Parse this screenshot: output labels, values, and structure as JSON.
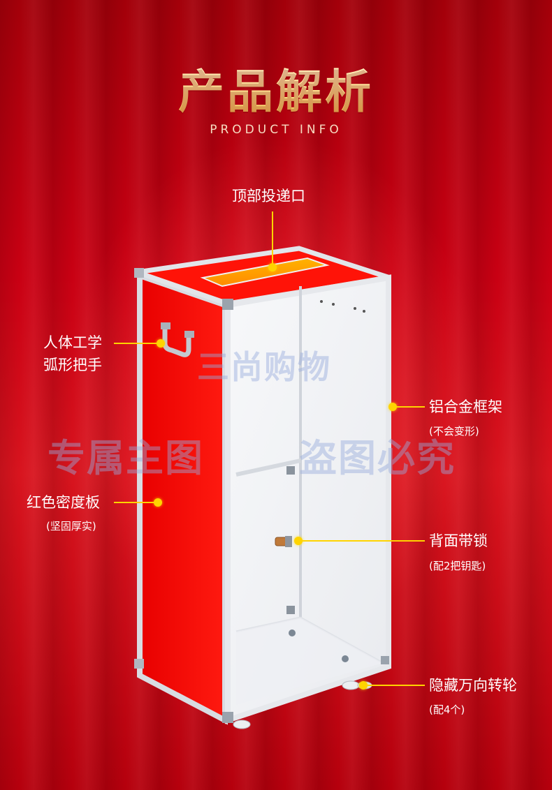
{
  "header": {
    "title": "产品解析",
    "subtitle": "PRODUCT INFO"
  },
  "callouts": {
    "top_slot": {
      "label": "顶部投递口"
    },
    "handle": {
      "label_line1": "人体工学",
      "label_line2": "弧形把手"
    },
    "frame": {
      "label": "铝合金框架",
      "note": "(不会变形)"
    },
    "panel": {
      "label": "红色密度板",
      "note": "(坚固厚实)"
    },
    "lock": {
      "label": "背面带锁",
      "note": "(配2把钥匙)"
    },
    "wheels": {
      "label": "隐藏万向转轮",
      "note": "(配4个)"
    }
  },
  "watermark": {
    "brand": "三尚购物",
    "left": "专属主图",
    "right": "盗图必究"
  },
  "colors": {
    "accent": "#ffd400",
    "panel_red": "#ff0a0a",
    "frame": "#e8eaee"
  }
}
